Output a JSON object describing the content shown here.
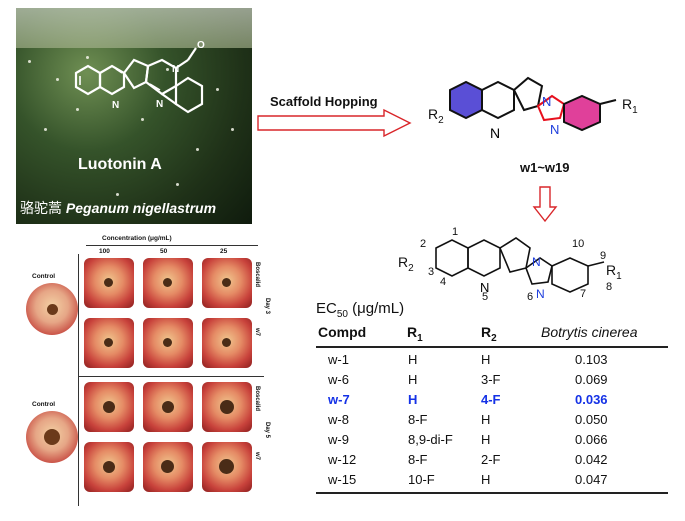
{
  "photo": {
    "compound_name": "Luotonin A",
    "plant_common": "骆驼蒿",
    "plant_latin": "Peganum nigellastrum"
  },
  "arrow_text": "Scaffold Hopping",
  "series_label": "w1~w19",
  "structure_labels": {
    "R1": "R",
    "R1_sub": "1",
    "R2": "R",
    "R2_sub": "2",
    "positions": [
      "1",
      "2",
      "3",
      "4",
      "5",
      "6",
      "7",
      "8",
      "9",
      "10"
    ]
  },
  "apple_panel": {
    "concentration_title": "Concentration (μg/mL)",
    "concentrations": [
      "100",
      "50",
      "25"
    ],
    "control_label": "Control",
    "groups": [
      {
        "day": "Day 3",
        "rows": [
          "Boscalid",
          "w7"
        ]
      },
      {
        "day": "Day 5",
        "rows": [
          "Boscalid",
          "w7"
        ]
      }
    ]
  },
  "table": {
    "ec50_label": "EC",
    "ec50_sub": "50",
    "ec50_unit": "(μg/mL)",
    "headers": {
      "compd": "Compd",
      "r1": "R",
      "r1_sub": "1",
      "r2": "R",
      "r2_sub": "2",
      "activity": "Botrytis cinerea"
    },
    "rows": [
      {
        "compd": "w-1",
        "r1": "H",
        "r2": "H",
        "value": "0.103",
        "highlight": false
      },
      {
        "compd": "w-6",
        "r1": "H",
        "r2": "3-F",
        "value": "0.069",
        "highlight": false
      },
      {
        "compd": "w-7",
        "r1": "H",
        "r2": "4-F",
        "value": "0.036",
        "highlight": true
      },
      {
        "compd": "w-8",
        "r1": "8-F",
        "r2": "H",
        "value": "0.050",
        "highlight": false
      },
      {
        "compd": "w-9",
        "r1": "8,9-di-F",
        "r2": "H",
        "value": "0.066",
        "highlight": false
      },
      {
        "compd": "w-12",
        "r1": "8-F",
        "r2": "2-F",
        "value": "0.042",
        "highlight": false
      },
      {
        "compd": "w-15",
        "r1": "10-F",
        "r2": "H",
        "value": "0.047",
        "highlight": false
      }
    ]
  },
  "colors": {
    "highlight": "#1431e6",
    "ring_blue": "#5a4fd6",
    "ring_pink": "#e0409a",
    "imidazole_red": "#e8101d",
    "arrow": "#d9262a"
  }
}
